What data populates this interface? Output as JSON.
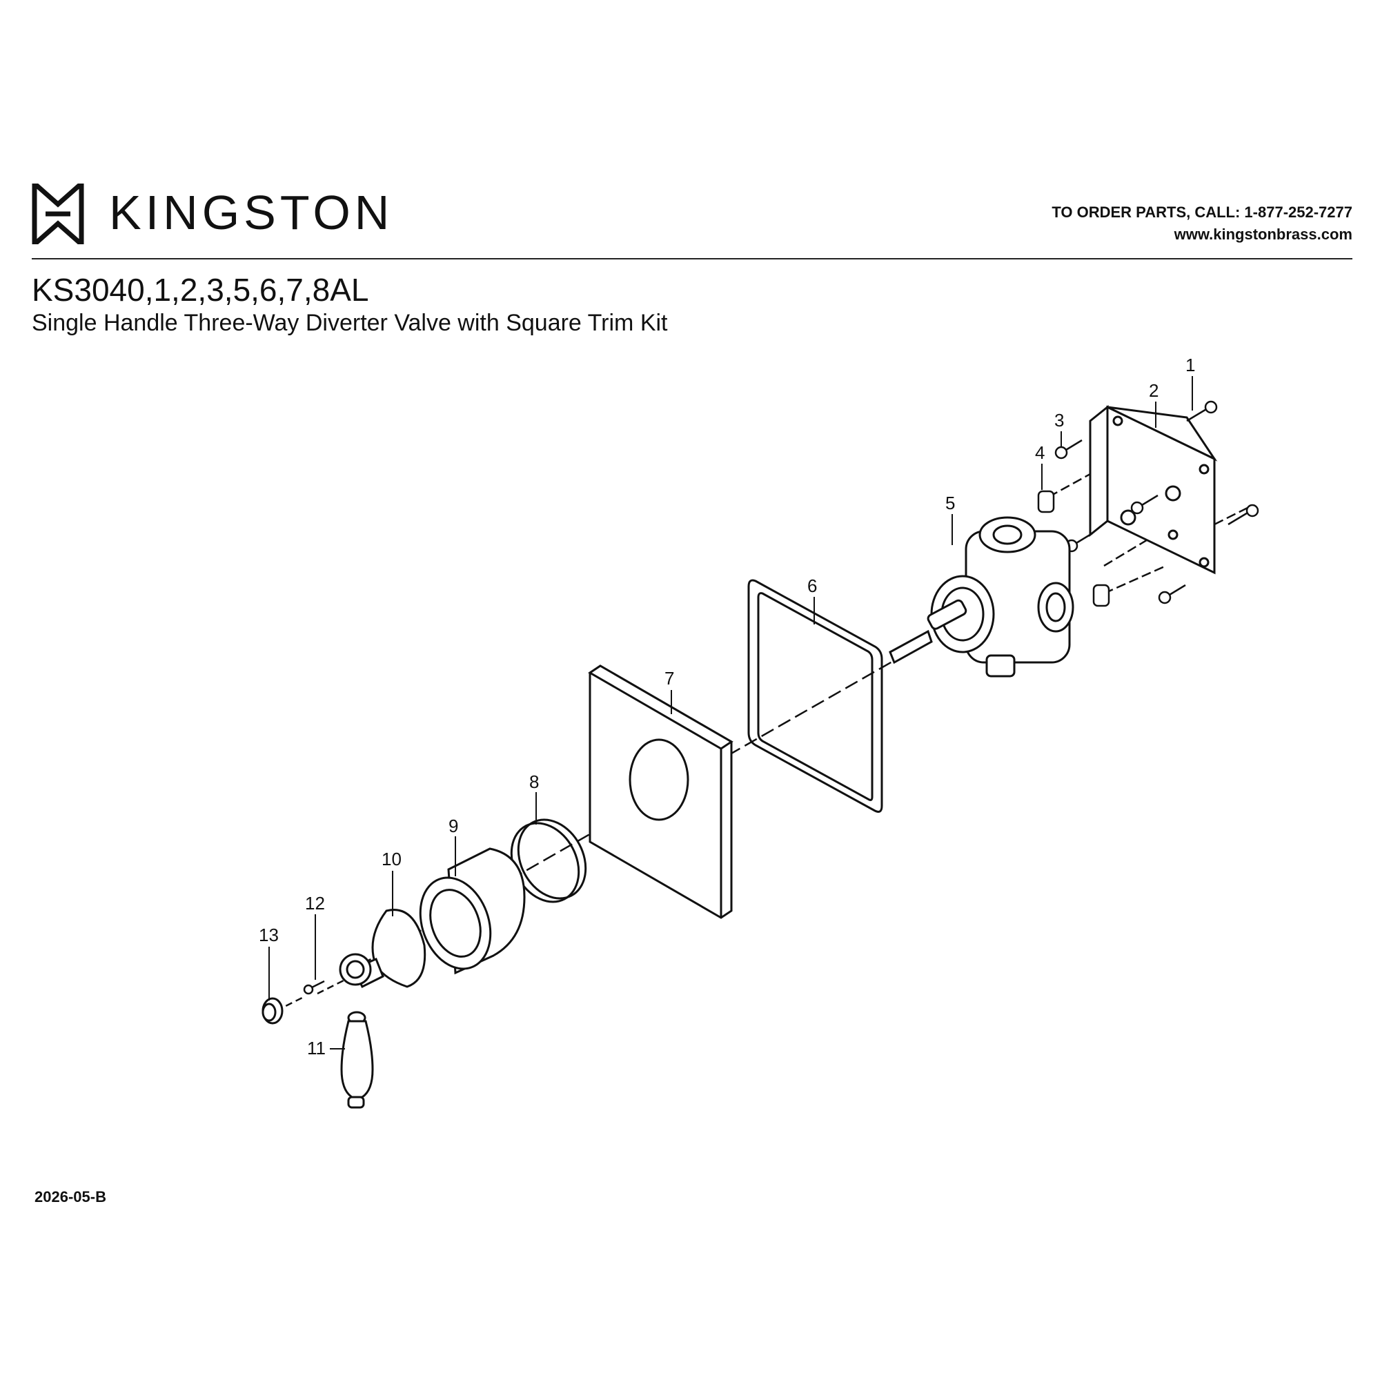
{
  "header": {
    "brand": "KINGSTON",
    "contact_line1": "TO ORDER PARTS, CALL: 1-877-252-7277",
    "contact_line2": "www.kingstonbrass.com"
  },
  "model": "KS3040,1,2,3,5,6,7,8AL",
  "subtitle": "Single Handle Three-Way Diverter Valve with Square Trim Kit",
  "callouts": {
    "p1": "1",
    "p2": "2",
    "p3": "3",
    "p4": "4",
    "p5": "5",
    "p6": "6",
    "p7": "7",
    "p8": "8",
    "p9": "9",
    "p10": "10",
    "p11": "11",
    "p12": "12",
    "p13": "13"
  },
  "footer": {
    "doc_code": "2026-05-B"
  }
}
